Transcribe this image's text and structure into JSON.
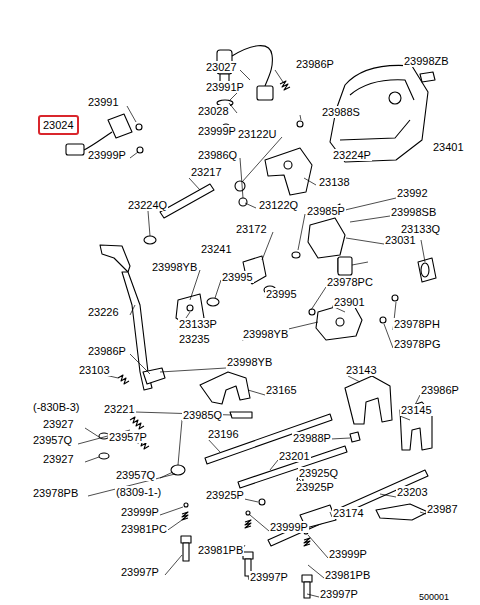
{
  "diagram": {
    "nodes": [
      {
        "text": [
          "23024"
        ]
      }
    ],
    "labels": [
      "23027",
      "23991P",
      "23028",
      "23999P",
      "23991",
      "23999P",
      "23986P",
      "23998ZB",
      "23988S",
      "23122U",
      "23986Q",
      "23224P",
      "23401",
      "23217",
      "23138",
      "23992",
      "23998SB",
      "23224Q",
      "23122Q",
      "23985P",
      "23172",
      "23031",
      "23133Q",
      "23241",
      "23998YB",
      "23995",
      "23995",
      "23978PC",
      "23901",
      "23226",
      "23133P",
      "23998YB",
      "23978PH",
      "23235",
      "23978PG",
      "23986P",
      "23998YB",
      "23103",
      "23143",
      "23165",
      "23986P",
      "(-830B-3)",
      "23221",
      "23985Q",
      "23927",
      "23145",
      "23957Q",
      "23957P",
      "23196",
      "23988P",
      "23927",
      "23201",
      "23925Q",
      "23957Q",
      "23978PB",
      "(8309-1-)",
      "23925P",
      "23925P",
      "23203",
      "23999P",
      "23987",
      "23174",
      "23981PC",
      "23999P",
      "23981PB",
      "23999P",
      "23997P",
      "23981PB",
      "23997P",
      "23997P",
      "500001"
    ]
  }
}
